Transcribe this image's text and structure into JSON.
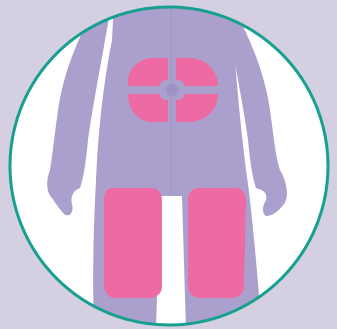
{
  "illustration": {
    "subject": "injection-sites-body-diagram-icon",
    "highlighted_sites": [
      "abdomen",
      "left-thigh",
      "right-thigh"
    ]
  },
  "colors": {
    "background": "#d4cfe1",
    "circle_fill": "#ffffff",
    "circle_border": "#15a08f",
    "body": "#ab9fcd",
    "body_shadow": "#9e93c3",
    "highlight": "#ee6aa3"
  }
}
